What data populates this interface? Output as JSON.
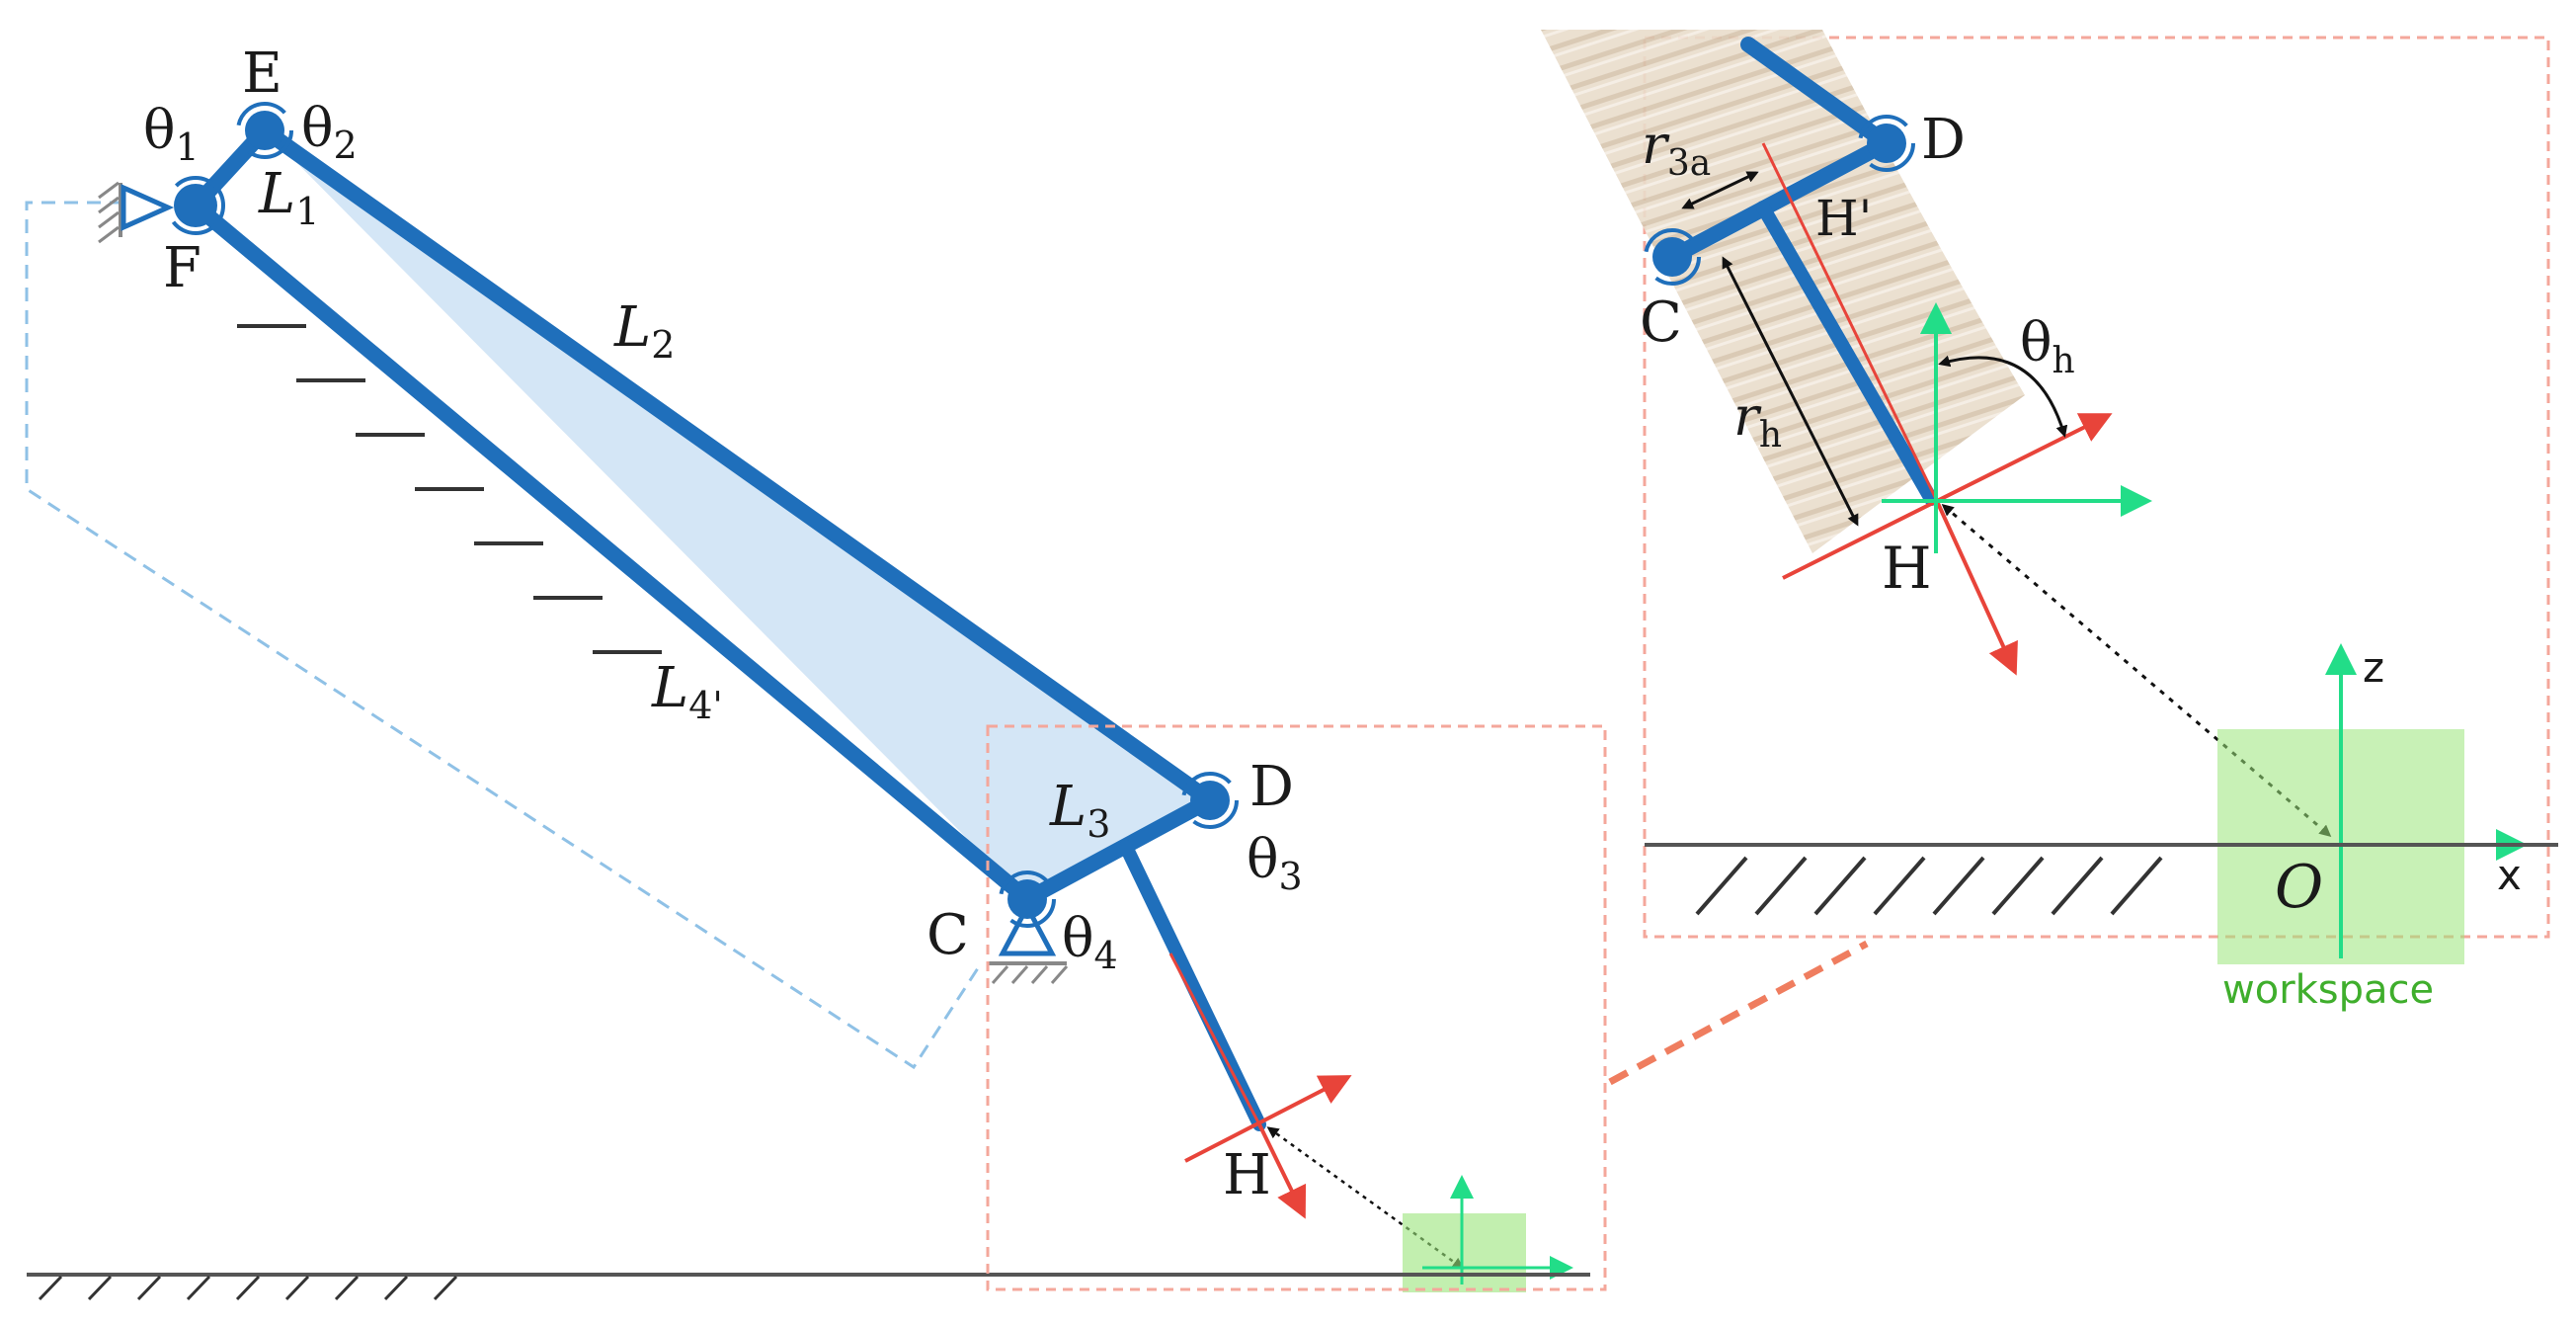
{
  "colors": {
    "link": "#1f6fbb",
    "link_light": "#cfe3f5",
    "ground": "#333333",
    "frame_red": "#e8443a",
    "frame_green": "#22dd88",
    "workspace_fill": "#9ae57a",
    "workspace_text": "#3fae2c",
    "zoom_box": "#f4a79b",
    "dashed_blue": "#8fc1e6",
    "tube": "#e9dccb"
  },
  "labels": {
    "E": "E",
    "F": "F",
    "C": "C",
    "D": "D",
    "H": "H",
    "theta1": "θ",
    "theta1_sub": "1",
    "theta2": "θ",
    "theta2_sub": "2",
    "theta3": "θ",
    "theta3_sub": "3",
    "theta4": "θ",
    "theta4_sub": "4",
    "L1": "L",
    "L1_sub": "1",
    "L2": "L",
    "L2_sub": "2",
    "L3": "L",
    "L3_sub": "3",
    "L4": "L",
    "L4_sub": "4'"
  },
  "inset": {
    "C": "C",
    "D": "D",
    "H": "H",
    "Hprime": "H'",
    "r3a": "r",
    "r3a_sub": "3a",
    "rh": "r",
    "rh_sub": "h",
    "thetah": "θ",
    "thetah_sub": "h",
    "O": "O",
    "x_axis": "x",
    "z_axis": "z",
    "workspace": "workspace"
  }
}
